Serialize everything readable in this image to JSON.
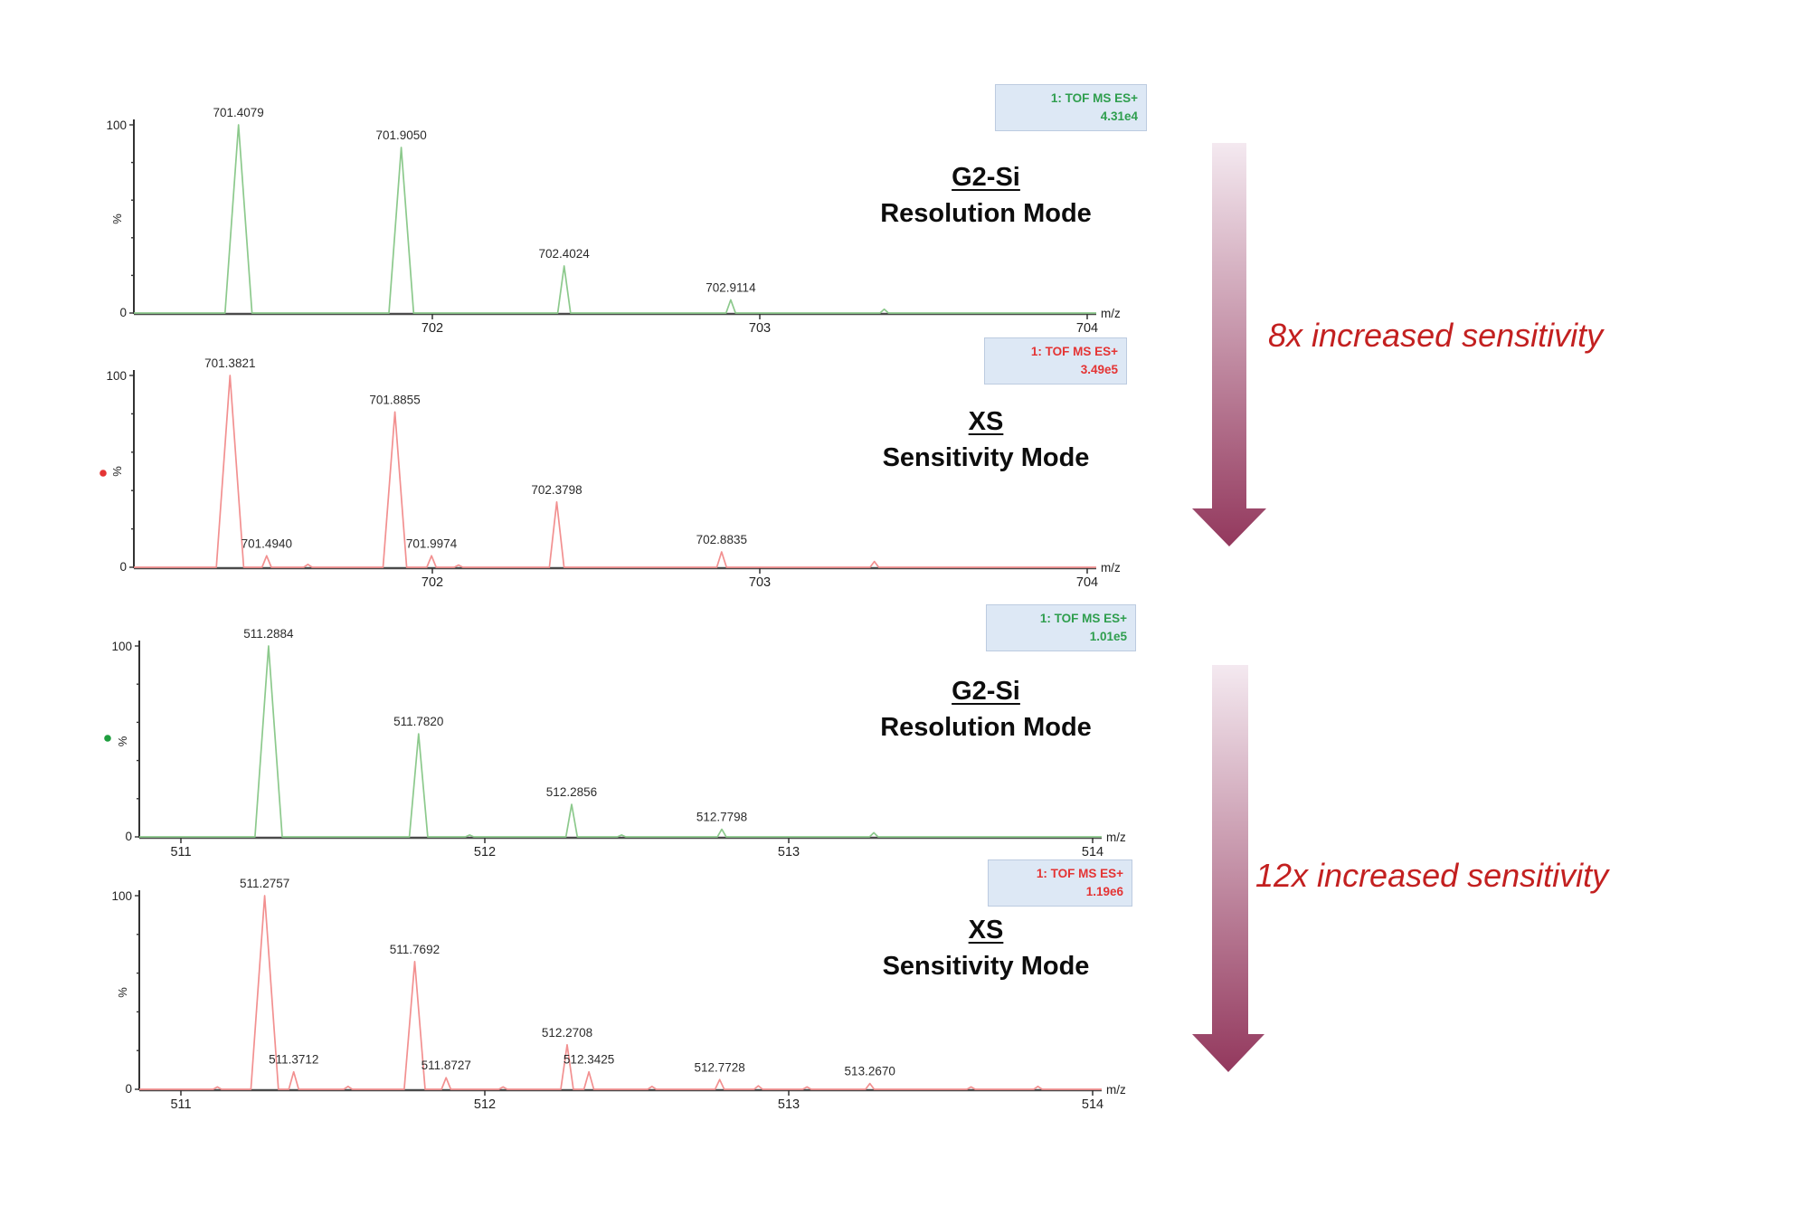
{
  "annotations": {
    "arrow_1_label": "8x increased sensitivity",
    "arrow_2_label": "12x increased sensitivity"
  },
  "colors": {
    "green_trace": "#8cc98c",
    "red_trace": "#f29090",
    "green_accent": "#2f9e4e",
    "red_accent": "#e43434",
    "marker_green": "#1f9e3f",
    "marker_red": "#e43434",
    "axis": "#4a4a4a",
    "peak_label_text": "#2b2b2b",
    "tof_box_bg": "#dde8f5",
    "tof_box_border": "#bccbe0",
    "annotation_red": "#c32020",
    "arrow_gradient_top": "#f4e9f0",
    "arrow_gradient_bottom": "#93385d"
  },
  "chart_data": [
    {
      "type": "line",
      "subtype": "mass-spectrum",
      "instrument": "G2-Si",
      "mode": "Resolution Mode",
      "acquisition_label": "1: TOF MS ES+",
      "base_intensity": "4.31e4",
      "trace": "green",
      "marker": null,
      "xlabel": "m/z",
      "ylabel": "%",
      "ylim": [
        0,
        100
      ],
      "xlim": [
        701.09,
        704.03
      ],
      "x_ticks": [
        "702",
        "703",
        "704"
      ],
      "y_ticks": [
        "100",
        "0"
      ],
      "peaks": [
        {
          "mz": 701.4079,
          "intensity_pct": 100,
          "label": "701.4079"
        },
        {
          "mz": 701.905,
          "intensity_pct": 88,
          "label": "701.9050"
        },
        {
          "mz": 702.4024,
          "intensity_pct": 25,
          "label": "702.4024"
        },
        {
          "mz": 702.9114,
          "intensity_pct": 7,
          "label": "702.9114"
        }
      ],
      "minor_peaks": [
        {
          "mz": 703.38,
          "intensity_pct": 2
        }
      ]
    },
    {
      "type": "line",
      "subtype": "mass-spectrum",
      "instrument": "XS",
      "mode": "Sensitivity Mode",
      "acquisition_label": "1: TOF MS ES+",
      "base_intensity": "3.49e5",
      "trace": "red",
      "marker": "red",
      "xlabel": "m/z",
      "ylabel": "%",
      "ylim": [
        0,
        100
      ],
      "xlim": [
        701.09,
        704.03
      ],
      "x_ticks": [
        "702",
        "703",
        "704"
      ],
      "y_ticks": [
        "100",
        "0"
      ],
      "peaks": [
        {
          "mz": 701.3821,
          "intensity_pct": 100,
          "label": "701.3821"
        },
        {
          "mz": 701.494,
          "intensity_pct": 6,
          "label": "701.4940"
        },
        {
          "mz": 701.8855,
          "intensity_pct": 81,
          "label": "701.8855"
        },
        {
          "mz": 701.9974,
          "intensity_pct": 6,
          "label": "701.9974"
        },
        {
          "mz": 702.3798,
          "intensity_pct": 34,
          "label": "702.3798"
        },
        {
          "mz": 702.8835,
          "intensity_pct": 8,
          "label": "702.8835"
        }
      ],
      "minor_peaks": [
        {
          "mz": 701.62,
          "intensity_pct": 1.5
        },
        {
          "mz": 702.08,
          "intensity_pct": 1.2
        },
        {
          "mz": 703.35,
          "intensity_pct": 3
        }
      ]
    },
    {
      "type": "line",
      "subtype": "mass-spectrum",
      "instrument": "G2-Si",
      "mode": "Resolution Mode",
      "acquisition_label": "1: TOF MS ES+",
      "base_intensity": "1.01e5",
      "trace": "green",
      "marker": "green",
      "xlabel": "m/z",
      "ylabel": "%",
      "ylim": [
        0,
        100
      ],
      "xlim": [
        510.86,
        514.03
      ],
      "x_ticks": [
        "511",
        "512",
        "513",
        "514"
      ],
      "y_ticks": [
        "100",
        "0"
      ],
      "peaks": [
        {
          "mz": 511.2884,
          "intensity_pct": 100,
          "label": "511.2884"
        },
        {
          "mz": 511.782,
          "intensity_pct": 54,
          "label": "511.7820"
        },
        {
          "mz": 512.2856,
          "intensity_pct": 17,
          "label": "512.2856"
        },
        {
          "mz": 512.7798,
          "intensity_pct": 4,
          "label": "512.7798"
        }
      ],
      "minor_peaks": [
        {
          "mz": 511.95,
          "intensity_pct": 1
        },
        {
          "mz": 512.45,
          "intensity_pct": 1
        },
        {
          "mz": 513.28,
          "intensity_pct": 2.2
        }
      ]
    },
    {
      "type": "line",
      "subtype": "mass-spectrum",
      "instrument": "XS",
      "mode": "Sensitivity Mode",
      "acquisition_label": "1: TOF MS ES+",
      "base_intensity": "1.19e6",
      "trace": "red",
      "marker": null,
      "xlabel": "m/z",
      "ylabel": "%",
      "ylim": [
        0,
        100
      ],
      "xlim": [
        510.86,
        514.03
      ],
      "x_ticks": [
        "511",
        "512",
        "513",
        "514"
      ],
      "y_ticks": [
        "100",
        "0"
      ],
      "peaks": [
        {
          "mz": 511.2757,
          "intensity_pct": 100,
          "label": "511.2757"
        },
        {
          "mz": 511.3712,
          "intensity_pct": 9,
          "label": "511.3712"
        },
        {
          "mz": 511.7692,
          "intensity_pct": 66,
          "label": "511.7692"
        },
        {
          "mz": 511.8727,
          "intensity_pct": 6,
          "label": "511.8727"
        },
        {
          "mz": 512.2708,
          "intensity_pct": 23,
          "label": "512.2708"
        },
        {
          "mz": 512.3425,
          "intensity_pct": 9,
          "label": "512.3425"
        },
        {
          "mz": 512.7728,
          "intensity_pct": 5,
          "label": "512.7728"
        },
        {
          "mz": 513.267,
          "intensity_pct": 3,
          "label": "513.2670"
        }
      ],
      "minor_peaks": [
        {
          "mz": 511.12,
          "intensity_pct": 1.2
        },
        {
          "mz": 511.55,
          "intensity_pct": 1.5
        },
        {
          "mz": 512.06,
          "intensity_pct": 1.2
        },
        {
          "mz": 512.55,
          "intensity_pct": 1.5
        },
        {
          "mz": 512.9,
          "intensity_pct": 1.8
        },
        {
          "mz": 513.06,
          "intensity_pct": 1.2
        },
        {
          "mz": 513.6,
          "intensity_pct": 1.2
        },
        {
          "mz": 513.82,
          "intensity_pct": 1.5
        }
      ]
    }
  ]
}
